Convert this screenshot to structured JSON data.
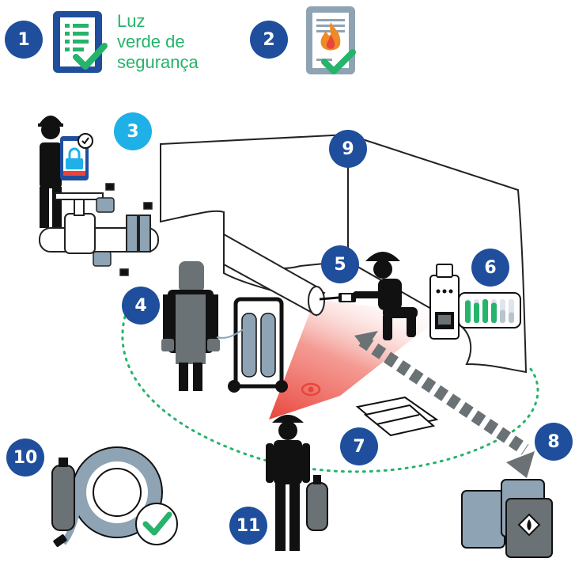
{
  "markers": {
    "m1": "1",
    "m2": "2",
    "m3": "3",
    "m4": "4",
    "m5": "5",
    "m6": "6",
    "m7": "7",
    "m8": "8",
    "m9": "9",
    "m10": "10",
    "m11": "11"
  },
  "green_light": {
    "line1": "Luz",
    "line2": "verde de",
    "line3": "segurança"
  },
  "gas_detector_levels": [
    0.95,
    0.85,
    1.0,
    0.85,
    0.55,
    0.45
  ],
  "colors": {
    "marker_dark": "#1f4e9c",
    "marker_light": "#20b0e8",
    "check_green": "#26b36b",
    "hazard_red": "#e8453c",
    "figure_black": "#111111",
    "equipment_gray": "#6b7275"
  }
}
